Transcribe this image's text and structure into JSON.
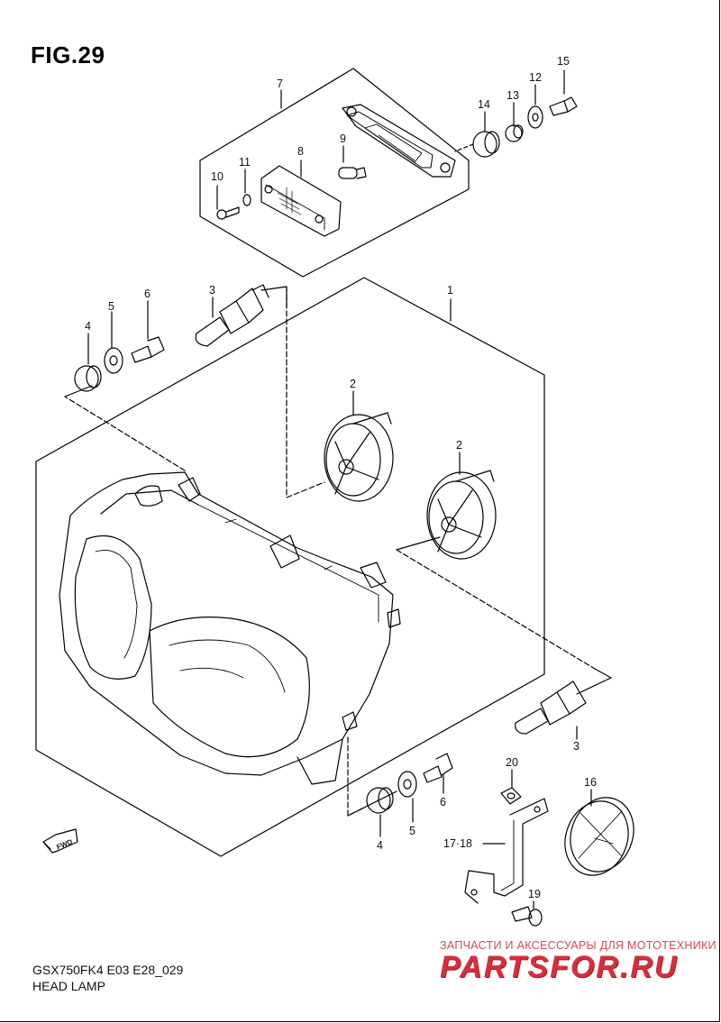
{
  "figure": {
    "title": "FIG.29",
    "model_code": "GSX750FK4 E03 E28_029",
    "section_name": "HEAD LAMP"
  },
  "fwd_label": "FWD",
  "watermark": {
    "tagline": "ЗАПЧАСТИ И АКСЕССУАРЫ ДЛЯ МОТОТЕХНИКИ",
    "logo": "PARTSFOR.RU"
  },
  "callouts": [
    {
      "id": "c7",
      "label": "7"
    },
    {
      "id": "c8",
      "label": "8"
    },
    {
      "id": "c9",
      "label": "9"
    },
    {
      "id": "c10",
      "label": "10"
    },
    {
      "id": "c11",
      "label": "11"
    },
    {
      "id": "c12",
      "label": "12"
    },
    {
      "id": "c13",
      "label": "13"
    },
    {
      "id": "c14",
      "label": "14"
    },
    {
      "id": "c15",
      "label": "15"
    },
    {
      "id": "c1",
      "label": "1"
    },
    {
      "id": "c2a",
      "label": "2"
    },
    {
      "id": "c2b",
      "label": "2"
    },
    {
      "id": "c3a",
      "label": "3"
    },
    {
      "id": "c3b",
      "label": "3"
    },
    {
      "id": "c4a",
      "label": "4"
    },
    {
      "id": "c4b",
      "label": "4"
    },
    {
      "id": "c5a",
      "label": "5"
    },
    {
      "id": "c5b",
      "label": "5"
    },
    {
      "id": "c6a",
      "label": "6"
    },
    {
      "id": "c6b",
      "label": "6"
    },
    {
      "id": "c16",
      "label": "16"
    },
    {
      "id": "c1718",
      "label": "17·18"
    },
    {
      "id": "c19",
      "label": "19"
    },
    {
      "id": "c20",
      "label": "20"
    }
  ]
}
